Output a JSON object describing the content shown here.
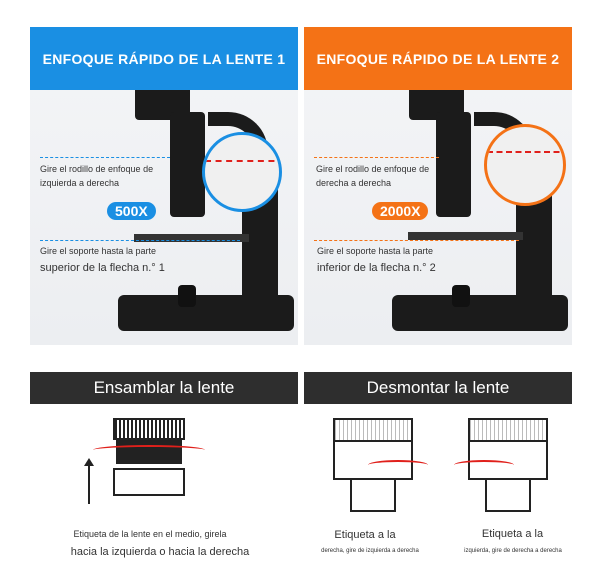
{
  "panels": [
    {
      "title": "ENFOQUE RÁPIDO DE LA LENTE 1",
      "accent": "#1a8fe3",
      "caption_top_1": "Gire el rodillo de enfoque de",
      "caption_top_2": "izquierda a derecha",
      "badge": "500X",
      "caption_bottom_1": "Gire el soporte hasta la parte",
      "caption_bottom_2": "superior de la flecha n.° 1"
    },
    {
      "title": "ENFOQUE RÁPIDO DE LA LENTE 2",
      "accent": "#f47216",
      "caption_top_1": "Gire el rodillo de enfoque de",
      "caption_top_2": "derecha a derecha",
      "badge": "2000X",
      "caption_bottom_1": "Gire el soporte hasta la parte",
      "caption_bottom_2": "inferior de la flecha n.° 2"
    }
  ],
  "assemble": {
    "title": "Ensamblar la lente",
    "caption_1": "Etiqueta de la lente en el medio, girela",
    "caption_2": "hacia la izquierda o hacia la derecha"
  },
  "disassemble": {
    "title": "Desmontar la lente",
    "left_caption_1": "Etiqueta a la",
    "left_caption_2": "derecha, gire de izquierda a derecha",
    "right_caption_1": "Etiqueta a la",
    "right_caption_2": "izquierda, gire de derecha a derecha"
  }
}
